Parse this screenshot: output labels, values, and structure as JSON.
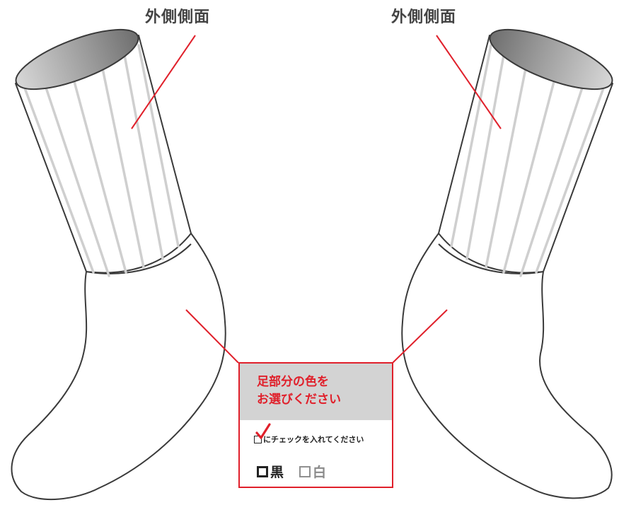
{
  "labels": {
    "left_side": "外側側面",
    "right_side": "外側側面"
  },
  "panel": {
    "title_line1": "足部分の色を",
    "title_line2": "お選びください",
    "instruction": "にチェックを入れてください",
    "options": [
      {
        "label": "黒",
        "checked": false
      },
      {
        "label": "白",
        "checked": false
      }
    ]
  },
  "colors": {
    "accent": "#e0202b",
    "outline": "#3a3a3a",
    "ribs": "#cfcfcf",
    "panel_header": "#d3d3d3"
  }
}
